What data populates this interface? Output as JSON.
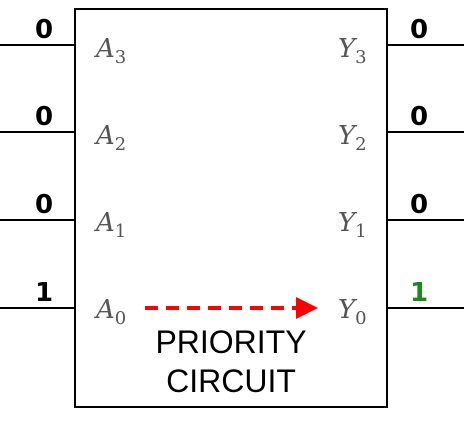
{
  "diagram": {
    "title_line1": "PRIORITY",
    "title_line2": "CIRCUIT",
    "inputs": [
      {
        "letter": "A",
        "index": "3",
        "value": "0"
      },
      {
        "letter": "A",
        "index": "2",
        "value": "0"
      },
      {
        "letter": "A",
        "index": "1",
        "value": "0"
      },
      {
        "letter": "A",
        "index": "0",
        "value": "1"
      }
    ],
    "outputs": [
      {
        "letter": "Y",
        "index": "3",
        "value": "0"
      },
      {
        "letter": "Y",
        "index": "2",
        "value": "0"
      },
      {
        "letter": "Y",
        "index": "1",
        "value": "0"
      },
      {
        "letter": "Y",
        "index": "0",
        "value": "1"
      }
    ],
    "colors": {
      "active_output": "#1a8a1a",
      "value_default": "#000000",
      "arrow": "#ff0000",
      "pin_label": "#555555"
    }
  }
}
